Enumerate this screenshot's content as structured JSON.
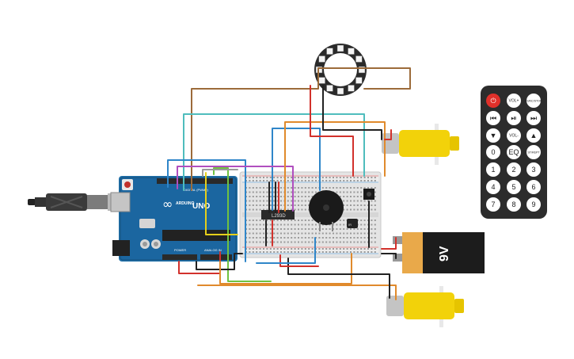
{
  "colors": {
    "arduino": "#1f6fa8",
    "arduino_dark": "#15507c",
    "breadboard": "#e4e4e4",
    "motor_yellow": "#f2d20a",
    "battery_orange": "#e9a94a",
    "remote_body": "#2c2c2c",
    "remote_power": "#e0302a",
    "wire_brown": "#9c6b3a",
    "wire_teal": "#4fbdbd",
    "wire_blue": "#2f86c9",
    "wire_purple": "#b04fbf",
    "wire_orange": "#e08a2c",
    "wire_red": "#d2312c",
    "wire_green": "#6fc240",
    "wire_black": "#222222",
    "wire_yellow": "#e6cf1a",
    "wire_gray": "#9a9a9a"
  },
  "icons": {
    "usb": "usb-cable-icon",
    "neopixel": "neopixel-ring-icon",
    "buzzer": "piezo-buzzer-icon",
    "motor": "dc-motor-icon"
  },
  "arduino": {
    "logo": "∞",
    "brand": "ARDUINO",
    "model": "UNO",
    "digital_label": "DIGITAL (PWM~)",
    "power_label": "POWER",
    "analog_label": "ANALOG IN"
  },
  "driver_chip": {
    "label": "L293D"
  },
  "battery": {
    "label": "9V"
  },
  "sensor": {
    "label": "IR"
  },
  "remote": {
    "buttons": [
      [
        "⏻",
        "VOL+",
        "FUNC/STOP"
      ],
      [
        "⏮",
        "⏯",
        "⏭"
      ],
      [
        "▼",
        "VOL-",
        "▲"
      ],
      [
        "0",
        "EQ",
        "ST/REPT"
      ],
      [
        "1",
        "2",
        "3"
      ],
      [
        "4",
        "5",
        "6"
      ],
      [
        "7",
        "8",
        "9"
      ]
    ]
  }
}
